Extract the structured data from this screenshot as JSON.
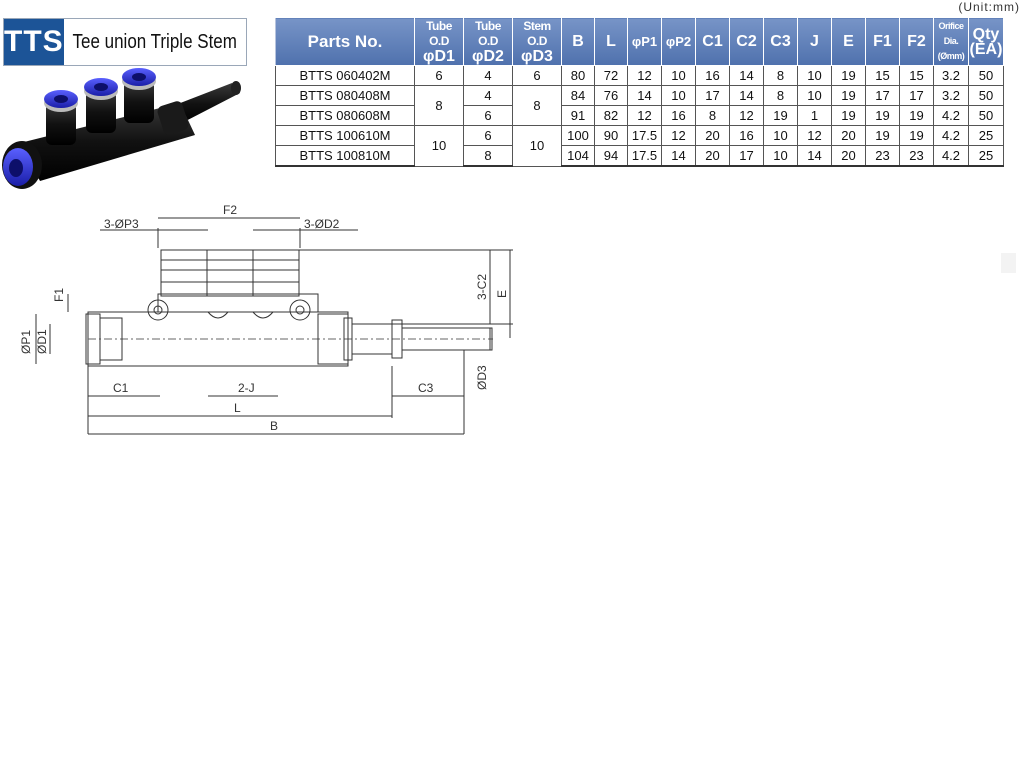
{
  "header": {
    "code": "TTS",
    "name": "Tee union Triple Stem"
  },
  "unit_note": "(Unit:mm)",
  "table": {
    "headers": [
      {
        "id": "parts",
        "top": "Parts No.",
        "bottom": ""
      },
      {
        "id": "d1",
        "top": "Tube O.D",
        "bottom": "φD1"
      },
      {
        "id": "d2",
        "top": "Tube O.D",
        "bottom": "φD2"
      },
      {
        "id": "d3",
        "top": "Stem O.D",
        "bottom": "φD3"
      },
      {
        "id": "b",
        "top": "B",
        "bottom": ""
      },
      {
        "id": "l",
        "top": "L",
        "bottom": ""
      },
      {
        "id": "p1",
        "top": "φP1",
        "bottom": ""
      },
      {
        "id": "p2",
        "top": "φP2",
        "bottom": ""
      },
      {
        "id": "c1",
        "top": "C1",
        "bottom": ""
      },
      {
        "id": "c2",
        "top": "C2",
        "bottom": ""
      },
      {
        "id": "c3",
        "top": "C3",
        "bottom": ""
      },
      {
        "id": "j",
        "top": "J",
        "bottom": ""
      },
      {
        "id": "e",
        "top": "E",
        "bottom": ""
      },
      {
        "id": "f1",
        "top": "F1",
        "bottom": ""
      },
      {
        "id": "f2",
        "top": "F2",
        "bottom": ""
      },
      {
        "id": "orifice",
        "top": "Orifice Dia.",
        "bottom": "(Ømm)"
      },
      {
        "id": "qty",
        "top": "Qty",
        "bottom": "(EA)"
      }
    ],
    "rows": [
      {
        "part": "BTTS 060402M",
        "d1": "6",
        "d2": "4",
        "d3": "6",
        "b": "80",
        "l": "72",
        "p1": "12",
        "p2": "10",
        "c1": "16",
        "c2": "14",
        "c3": "8",
        "j": "10",
        "e": "19",
        "f1": "15",
        "f2": "15",
        "orifice": "3.2",
        "qty": "50"
      },
      {
        "part": "BTTS 080408M",
        "d1": "8",
        "d2": "4",
        "d3": "8",
        "b": "84",
        "l": "76",
        "p1": "14",
        "p2": "10",
        "c1": "17",
        "c2": "14",
        "c3": "8",
        "j": "10",
        "e": "19",
        "f1": "17",
        "f2": "17",
        "orifice": "3.2",
        "qty": "50"
      },
      {
        "part": "BTTS 080608M",
        "d1": "8",
        "d2": "6",
        "d3": "8",
        "b": "91",
        "l": "82",
        "p1": "12",
        "p2": "16",
        "c1": "8",
        "c2": "12",
        "c3": "19",
        "j": "1",
        "e": "19",
        "f1": "19",
        "f2": "19",
        "orifice": "4.2",
        "qty": "50"
      },
      {
        "part": "BTTS 100610M",
        "d1": "10",
        "d2": "6",
        "d3": "10",
        "b": "100",
        "l": "90",
        "p1": "17.5",
        "p2": "12",
        "c1": "20",
        "c2": "16",
        "c3": "10",
        "j": "12",
        "e": "20",
        "f1": "19",
        "f2": "19",
        "orifice": "4.2",
        "qty": "25"
      },
      {
        "part": "BTTS 100810M",
        "d1": "10",
        "d2": "8",
        "d3": "10",
        "b": "104",
        "l": "94",
        "p1": "17.5",
        "p2": "14",
        "c1": "20",
        "c2": "17",
        "c3": "10",
        "j": "14",
        "e": "20",
        "f1": "23",
        "f2": "23",
        "orifice": "4.2",
        "qty": "25"
      }
    ]
  },
  "drawing": {
    "labels": {
      "f2": "F2",
      "p3": "3-ØP3",
      "d2": "3-ØD2",
      "c2": "3-C2",
      "e": "E",
      "f1": "F1",
      "p1": "ØP1",
      "d1": "ØD1",
      "d3": "ØD3",
      "c1": "C1",
      "j": "2-J",
      "c3": "C3",
      "l": "L",
      "b": "B"
    }
  },
  "colors": {
    "badge_bg": "#1c5497",
    "header_bg": "#5a7bb5",
    "fitting_blue": "#2a2fd0",
    "body_black": "#111111"
  }
}
